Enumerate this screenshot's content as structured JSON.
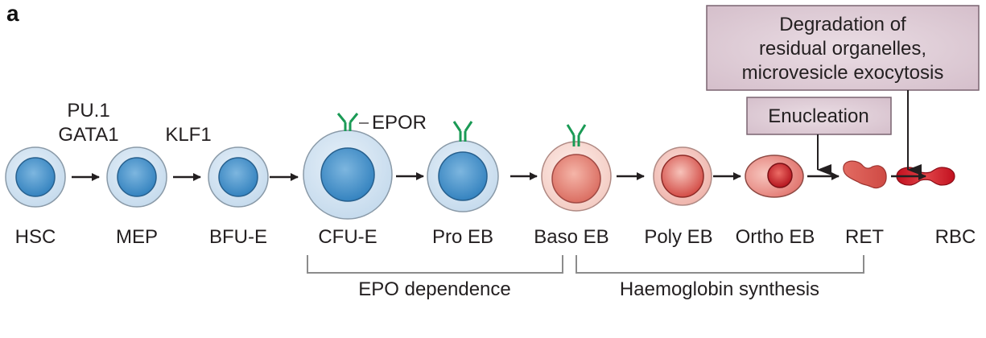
{
  "panel_label": "a",
  "colors": {
    "progenitor_outer": "#cfe1f0",
    "progenitor_nucleus": "#3f8fc7",
    "erythroid_outer": "#f6d3cc",
    "erythroid_nucleus": "#d9574f",
    "mature_cell": "#c8202e",
    "receptor": "#1a9a55",
    "process_box": "#dcc6d2",
    "process_border": "#7a6470",
    "arrow": "#231f20"
  },
  "factors": {
    "pu1": "PU.1",
    "gata1": "GATA1",
    "klf1": "KLF1",
    "epor": "EPOR"
  },
  "stages": [
    {
      "id": "hsc",
      "label": "HSC"
    },
    {
      "id": "mep",
      "label": "MEP"
    },
    {
      "id": "bfu-e",
      "label": "BFU-E"
    },
    {
      "id": "cfu-e",
      "label": "CFU-E"
    },
    {
      "id": "pro-eb",
      "label": "Pro EB"
    },
    {
      "id": "baso-eb",
      "label": "Baso EB"
    },
    {
      "id": "poly-eb",
      "label": "Poly EB"
    },
    {
      "id": "ortho-eb",
      "label": "Ortho EB"
    },
    {
      "id": "ret",
      "label": "RET"
    },
    {
      "id": "rbc",
      "label": "RBC"
    }
  ],
  "processes": {
    "degradation": [
      "Degradation of",
      "residual organelles,",
      "microvesicle exocytosis"
    ],
    "enucleation": "Enucleation"
  },
  "brackets": {
    "epo": "EPO dependence",
    "haemoglobin": "Haemoglobin synthesis"
  }
}
